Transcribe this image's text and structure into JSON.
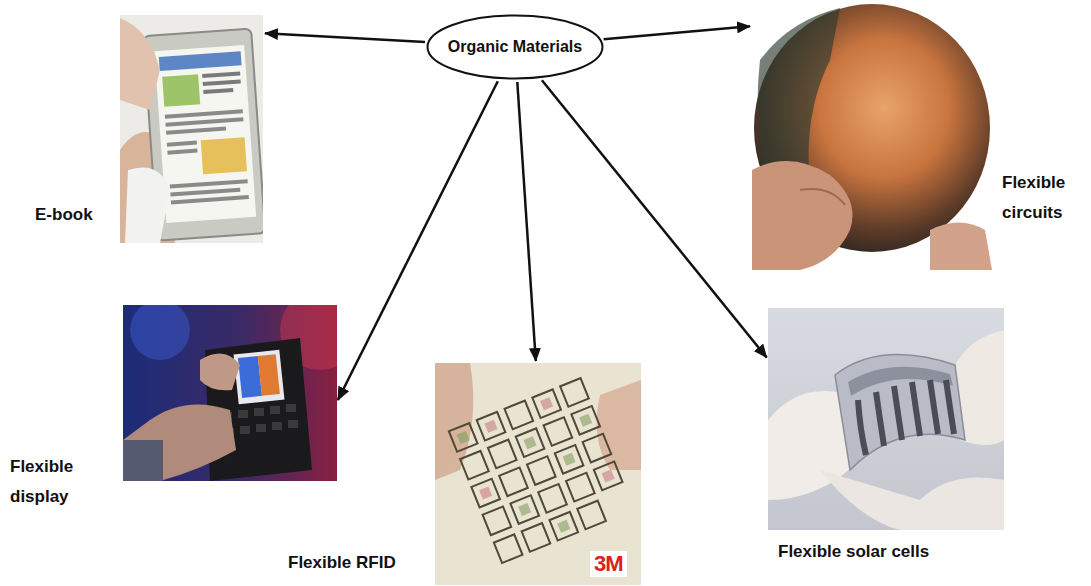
{
  "diagram": {
    "nodes": [
      {
        "text": [
          "Organic Materials"
        ]
      },
      {
        "text": [
          "E-book"
        ]
      },
      {
        "text": [
          "Flexible circuits"
        ]
      },
      {
        "text": [
          "Flexible display"
        ]
      },
      {
        "text": [
          "Flexible RFID"
        ]
      },
      {
        "text": [
          "Flexible solar cells"
        ]
      }
    ],
    "edges": [
      {
        "from": 0,
        "to": 1,
        "arrow": "to"
      },
      {
        "from": 0,
        "to": 2,
        "arrow": "to"
      },
      {
        "from": 0,
        "to": 3,
        "arrow": "to"
      },
      {
        "from": 0,
        "to": 4,
        "arrow": "to"
      },
      {
        "from": 0,
        "to": 5,
        "arrow": "to"
      }
    ],
    "labels": [
      "3M"
    ]
  }
}
